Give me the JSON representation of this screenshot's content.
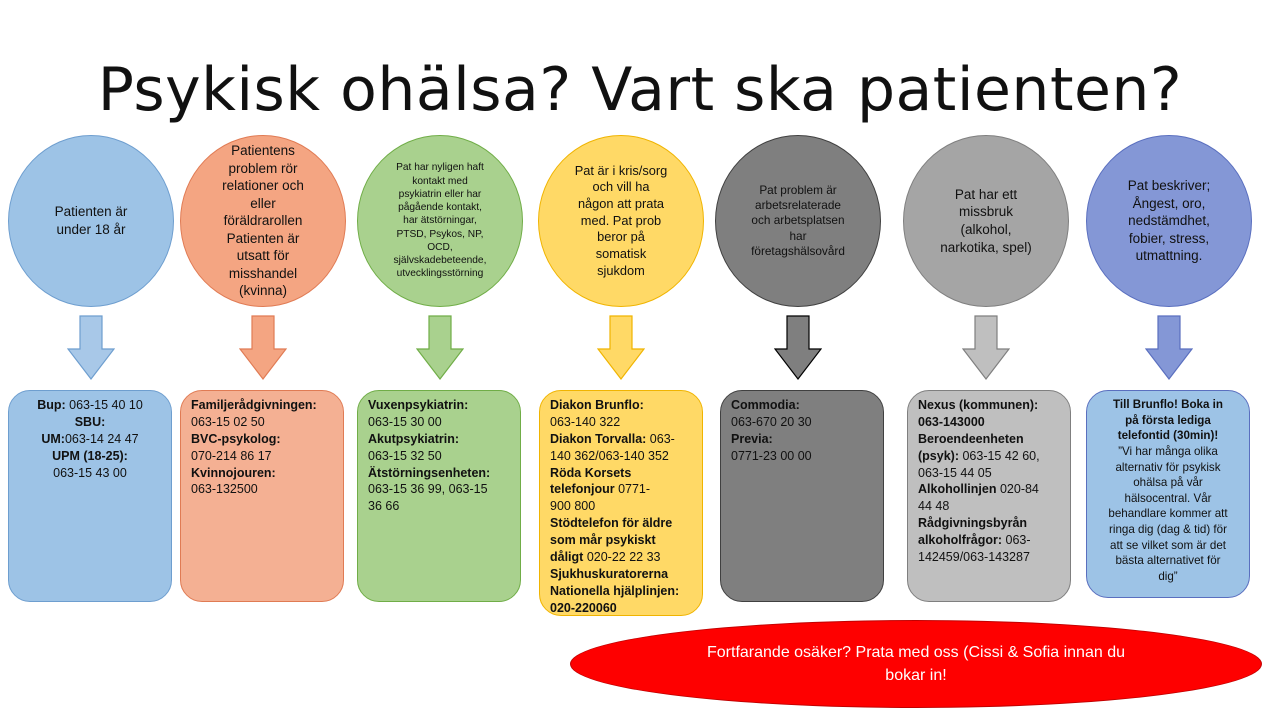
{
  "title": "Psykisk ohälsa? Vart ska patienten?",
  "columns": [
    {
      "circle_lines": [
        "Patienten är",
        "under 18 år"
      ],
      "colors": {
        "circle": "#9dc3e6",
        "circle_border": "#6e9ecf",
        "box": "#9dc3e6",
        "arrow": "#a8c8e8"
      },
      "box_lines": [
        {
          "parts": [
            {
              "t": "Bup:",
              "b": true
            },
            {
              "t": " 063-15 40 10"
            }
          ],
          "center": true
        },
        {
          "parts": [
            {
              "t": "SBU:",
              "b": true
            }
          ],
          "center": true
        },
        {
          "parts": [
            {
              "t": "UM:",
              "b": true
            },
            {
              "t": "063-14 24 47"
            }
          ],
          "center": true
        },
        {
          "parts": [
            {
              "t": "UPM (18-25):",
              "b": true
            }
          ],
          "center": true
        },
        {
          "parts": [
            {
              "t": "063-15 43 00"
            }
          ],
          "center": true
        }
      ]
    },
    {
      "circle_lines": [
        "Patientens",
        "problem rör",
        "relationer och",
        "eller",
        "föräldrarollen",
        "Patienten är",
        "utsatt för",
        "misshandel",
        "(kvinna)"
      ],
      "colors": {
        "circle": "#f4a582",
        "circle_border": "#e07b54",
        "box": "#f4b093",
        "arrow": "#f4a582"
      },
      "box_lines": [
        {
          "parts": [
            {
              "t": "Familjerådgivningen:",
              "b": true
            }
          ]
        },
        {
          "parts": [
            {
              "t": "063-15 02 50"
            }
          ]
        },
        {
          "parts": [
            {
              "t": "BVC-psykolog:",
              "b": true
            }
          ]
        },
        {
          "parts": [
            {
              "t": "070-214 86 17"
            }
          ]
        },
        {
          "parts": [
            {
              "t": "Kvinnojouren:",
              "b": true
            }
          ]
        },
        {
          "parts": [
            {
              "t": "063-132500"
            }
          ]
        }
      ]
    },
    {
      "circle_lines": [
        "Pat har nyligen haft",
        "kontakt med",
        "psykiatrin eller har",
        "pågående kontakt,",
        "har ätstörningar,",
        "PTSD, Psykos, NP,",
        "OCD,",
        "självskadebeteende,",
        "utvecklingsstörning"
      ],
      "colors": {
        "circle": "#a9d18e",
        "circle_border": "#70ad47",
        "box": "#a9d18e",
        "arrow": "#a9d18e"
      },
      "box_lines": [
        {
          "parts": [
            {
              "t": "Vuxenpsykiatrin:",
              "b": true
            }
          ]
        },
        {
          "parts": [
            {
              "t": "063-15 30 00"
            }
          ]
        },
        {
          "parts": [
            {
              "t": "Akutpsykiatrin:",
              "b": true
            }
          ]
        },
        {
          "parts": [
            {
              "t": "063-15 32 50"
            }
          ]
        },
        {
          "parts": [
            {
              "t": "Ätstörningsenheten:",
              "b": true
            }
          ]
        },
        {
          "parts": [
            {
              "t": "063-15 36 99, 063-15"
            }
          ]
        },
        {
          "parts": [
            {
              "t": "36 66"
            }
          ]
        }
      ]
    },
    {
      "circle_lines": [
        "Pat är i kris/sorg",
        "och vill ha",
        "någon att prata",
        "med. Pat prob",
        "beror på",
        "somatisk",
        "sjukdom"
      ],
      "colors": {
        "circle": "#ffd966",
        "circle_border": "#f0b400",
        "box": "#ffd966",
        "arrow": "#ffd966"
      },
      "box_lines": [
        {
          "parts": [
            {
              "t": "Diakon Brunflo:",
              "b": true
            }
          ]
        },
        {
          "parts": [
            {
              "t": "063-140 322"
            }
          ]
        },
        {
          "parts": [
            {
              "t": "Diakon Torvalla:",
              "b": true
            },
            {
              "t": " 063-"
            }
          ]
        },
        {
          "parts": [
            {
              "t": "140 362/063-140 352"
            }
          ]
        },
        {
          "parts": [
            {
              "t": "Röda Korsets",
              "b": true
            }
          ]
        },
        {
          "parts": [
            {
              "t": "telefonjour",
              "b": true
            },
            {
              "t": " 0771-"
            }
          ]
        },
        {
          "parts": [
            {
              "t": "900 800"
            }
          ]
        },
        {
          "parts": [
            {
              "t": "Stödtelefon för äldre",
              "b": true
            }
          ]
        },
        {
          "parts": [
            {
              "t": "som mår psykiskt",
              "b": true
            }
          ]
        },
        {
          "parts": [
            {
              "t": "dåligt",
              "b": true
            },
            {
              "t": " 020-22 22 33"
            }
          ]
        },
        {
          "parts": [
            {
              "t": "Sjukhuskuratorerna",
              "b": true
            }
          ]
        },
        {
          "parts": [
            {
              "t": "Nationella hjälplinjen:",
              "b": true
            }
          ]
        },
        {
          "parts": [
            {
              "t": "020-220060",
              "b": true
            }
          ]
        }
      ]
    },
    {
      "circle_lines": [
        "Pat problem är",
        "arbetsrelaterade",
        "och arbetsplatsen",
        "har",
        "företagshälsovård"
      ],
      "colors": {
        "circle": "#7f7f7f",
        "circle_border": "#404040",
        "box": "#7f7f7f",
        "arrow": "#7f7f7f"
      },
      "box_lines": [
        {
          "parts": [
            {
              "t": "Commodia:",
              "b": true
            }
          ]
        },
        {
          "parts": [
            {
              "t": "063-670 20 30"
            }
          ]
        },
        {
          "parts": [
            {
              "t": "Previa:",
              "b": true
            }
          ]
        },
        {
          "parts": [
            {
              "t": "0771-23 00 00"
            }
          ]
        }
      ]
    },
    {
      "circle_lines": [
        "Pat har ett",
        "missbruk",
        "(alkohol,",
        "narkotika, spel)"
      ],
      "colors": {
        "circle": "#a5a5a5",
        "circle_border": "#7f7f7f",
        "box": "#bfbfbf",
        "arrow": "#bfbfbf"
      },
      "box_lines": [
        {
          "parts": [
            {
              "t": "Nexus (kommunen):",
              "b": true
            }
          ]
        },
        {
          "parts": [
            {
              "t": "063-143000",
              "b": true
            }
          ]
        },
        {
          "parts": [
            {
              "t": "Beroendeenheten",
              "b": true
            }
          ]
        },
        {
          "parts": [
            {
              "t": "(psyk):",
              "b": true
            },
            {
              "t": " 063-15 42 60,"
            }
          ]
        },
        {
          "parts": [
            {
              "t": "063-15 44 05"
            }
          ]
        },
        {
          "parts": [
            {
              "t": "Alkohollinjen",
              "b": true
            },
            {
              "t": " 020-84"
            }
          ]
        },
        {
          "parts": [
            {
              "t": "44 48"
            }
          ]
        },
        {
          "parts": [
            {
              "t": "Rådgivningsbyrån",
              "b": true
            }
          ]
        },
        {
          "parts": [
            {
              "t": "alkoholfrågor:",
              "b": true
            },
            {
              "t": " 063-"
            }
          ]
        },
        {
          "parts": [
            {
              "t": "142459/063-143287"
            }
          ]
        }
      ]
    },
    {
      "circle_lines": [
        "Pat beskriver;",
        "Ångest, oro,",
        "nedstämdhet,",
        "fobier, stress,",
        "utmattning."
      ],
      "colors": {
        "circle": "#8497d6",
        "circle_border": "#5a6fbf",
        "box": "#9dc3e6",
        "arrow": "#8497d6"
      },
      "box_lines": [
        {
          "parts": [
            {
              "t": "Till  Brunflo! Boka in",
              "b": true
            }
          ],
          "center": true
        },
        {
          "parts": [
            {
              "t": "på första lediga",
              "b": true
            }
          ],
          "center": true
        },
        {
          "parts": [
            {
              "t": "telefontid (30min)!",
              "b": true
            }
          ],
          "center": true
        },
        {
          "parts": [
            {
              "t": "”Vi har många olika"
            }
          ],
          "center": true
        },
        {
          "parts": [
            {
              "t": "alternativ för psykisk"
            }
          ],
          "center": true
        },
        {
          "parts": [
            {
              "t": "ohälsa på vår"
            }
          ],
          "center": true
        },
        {
          "parts": [
            {
              "t": "hälsocentral. Vår"
            }
          ],
          "center": true
        },
        {
          "parts": [
            {
              "t": "behandlare kommer att"
            }
          ],
          "center": true
        },
        {
          "parts": [
            {
              "t": "ringa dig (dag & tid) för"
            }
          ],
          "center": true
        },
        {
          "parts": [
            {
              "t": "att se vilket som är det"
            }
          ],
          "center": true
        },
        {
          "parts": [
            {
              "t": "bästa alternativet för"
            }
          ],
          "center": true
        },
        {
          "parts": [
            {
              "t": "dig”"
            }
          ],
          "center": true
        }
      ]
    }
  ],
  "footer": {
    "lines": [
      "Fortfarande osäker? Prata med oss (Cissi & Sofia innan du",
      "bokar in!"
    ],
    "color": "#fe0000"
  }
}
